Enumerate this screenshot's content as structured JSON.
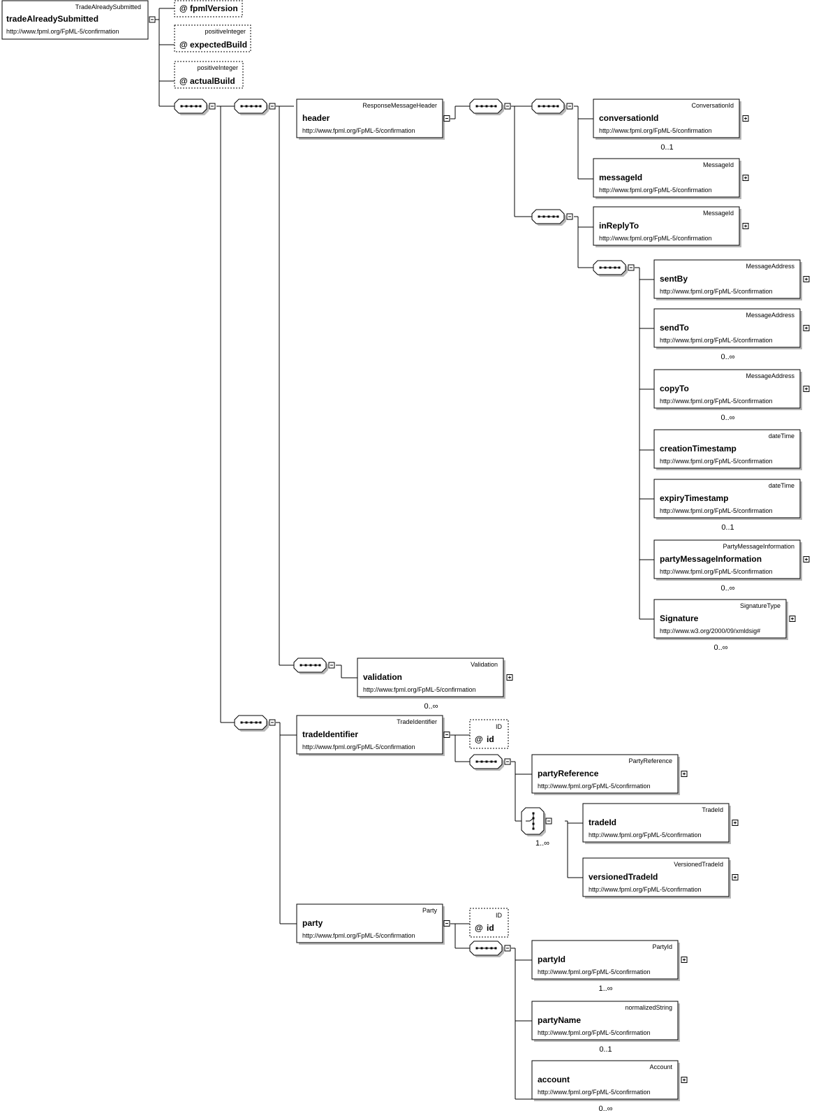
{
  "root": {
    "type": "TradeAlreadySubmitted",
    "name": "tradeAlreadySubmitted",
    "ns": "http://www.fpml.org/FpML-5/confirmation"
  },
  "attributes": [
    {
      "name": "fpmlVersion",
      "type": ""
    },
    {
      "name": "expectedBuild",
      "type": "positiveInteger"
    },
    {
      "name": "actualBuild",
      "type": "positiveInteger"
    }
  ],
  "elements": {
    "header": {
      "type": "ResponseMessageHeader",
      "name": "header",
      "ns": "http://www.fpml.org/FpML-5/confirmation"
    },
    "conversationId": {
      "type": "ConversationId",
      "name": "conversationId",
      "ns": "http://www.fpml.org/FpML-5/confirmation",
      "card": "0..1"
    },
    "messageId": {
      "type": "MessageId",
      "name": "messageId",
      "ns": "http://www.fpml.org/FpML-5/confirmation"
    },
    "inReplyTo": {
      "type": "MessageId",
      "name": "inReplyTo",
      "ns": "http://www.fpml.org/FpML-5/confirmation"
    },
    "sentBy": {
      "type": "MessageAddress",
      "name": "sentBy",
      "ns": "http://www.fpml.org/FpML-5/confirmation"
    },
    "sendTo": {
      "type": "MessageAddress",
      "name": "sendTo",
      "ns": "http://www.fpml.org/FpML-5/confirmation",
      "card": "0..∞"
    },
    "copyTo": {
      "type": "MessageAddress",
      "name": "copyTo",
      "ns": "http://www.fpml.org/FpML-5/confirmation",
      "card": "0..∞"
    },
    "creationTimestamp": {
      "type": "dateTime",
      "name": "creationTimestamp",
      "ns": "http://www.fpml.org/FpML-5/confirmation"
    },
    "expiryTimestamp": {
      "type": "dateTime",
      "name": "expiryTimestamp",
      "ns": "http://www.fpml.org/FpML-5/confirmation",
      "card": "0..1"
    },
    "partyMessageInformation": {
      "type": "PartyMessageInformation",
      "name": "partyMessageInformation",
      "ns": "http://www.fpml.org/FpML-5/confirmation",
      "card": "0..∞"
    },
    "signature": {
      "type": "SignatureType",
      "name": "Signature",
      "ns": "http://www.w3.org/2000/09/xmldsig#",
      "card": "0..∞"
    },
    "validation": {
      "type": "Validation",
      "name": "validation",
      "ns": "http://www.fpml.org/FpML-5/confirmation",
      "card": "0..∞"
    },
    "tradeIdentifier": {
      "type": "TradeIdentifier",
      "name": "tradeIdentifier",
      "ns": "http://www.fpml.org/FpML-5/confirmation"
    },
    "partyReference": {
      "type": "PartyReference",
      "name": "partyReference",
      "ns": "http://www.fpml.org/FpML-5/confirmation"
    },
    "tradeId": {
      "type": "TradeId",
      "name": "tradeId",
      "ns": "http://www.fpml.org/FpML-5/confirmation"
    },
    "versionedTradeId": {
      "type": "VersionedTradeId",
      "name": "versionedTradeId",
      "ns": "http://www.fpml.org/FpML-5/confirmation"
    },
    "party": {
      "type": "Party",
      "name": "party",
      "ns": "http://www.fpml.org/FpML-5/confirmation"
    },
    "partyId": {
      "type": "PartyId",
      "name": "partyId",
      "ns": "http://www.fpml.org/FpML-5/confirmation",
      "card": "1..∞"
    },
    "partyName": {
      "type": "normalizedString",
      "name": "partyName",
      "ns": "http://www.fpml.org/FpML-5/confirmation",
      "card": "0..1"
    },
    "account": {
      "type": "Account",
      "name": "account",
      "ns": "http://www.fpml.org/FpML-5/confirmation",
      "card": "0..∞"
    }
  },
  "idAttributes": {
    "tradeIdentifier": {
      "name": "id",
      "type": "ID"
    },
    "party": {
      "name": "id",
      "type": "ID"
    }
  },
  "choiceCard": "1..∞",
  "atSymbol": "@"
}
